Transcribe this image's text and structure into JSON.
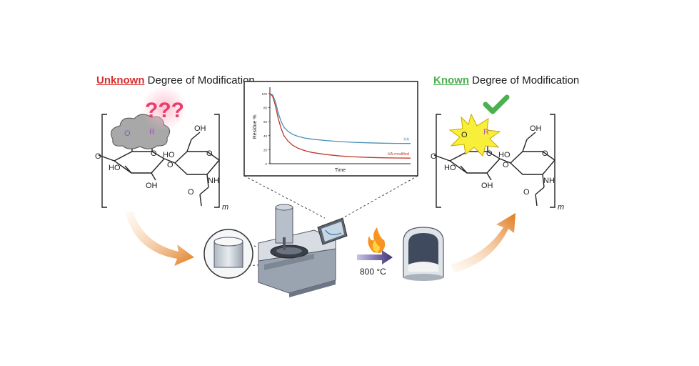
{
  "left_panel": {
    "title_highlight": "Unknown",
    "title_rest": " Degree of Modification",
    "question_marks": "???",
    "labels": {
      "o": "O",
      "r": "R",
      "oh_top": "OH",
      "ho_mid": "HO",
      "ho_left": "HO",
      "oh_bottom": "OH",
      "nh": "NH",
      "o_carbonyl": "O",
      "o_ring1": "O",
      "o_ring2": "O",
      "o_link": "O",
      "o_left": "O",
      "m": "m"
    }
  },
  "right_panel": {
    "title_highlight": "Known",
    "title_rest": " Degree of Modification",
    "labels": {
      "o": "O",
      "r": "R",
      "oh_top": "OH",
      "ho_mid": "HO",
      "ho_left": "HO",
      "oh_bottom": "OH",
      "nh": "NH",
      "o_carbonyl": "O",
      "o_ring1": "O",
      "o_ring2": "O",
      "o_link": "O",
      "o_left": "O",
      "m": "m"
    }
  },
  "chart_data": {
    "type": "line",
    "xlabel": "Time",
    "ylabel": "Residue %",
    "yticks": [
      0,
      20,
      40,
      60,
      80,
      100
    ],
    "ylim": [
      0,
      105
    ],
    "xlim": [
      0,
      100
    ],
    "series": [
      {
        "name": "HA",
        "color": "#4a90b8",
        "x": [
          0,
          2,
          4,
          6,
          8,
          10,
          13,
          16,
          20,
          25,
          30,
          40,
          50,
          60,
          70,
          80,
          90,
          100
        ],
        "y": [
          100,
          98,
          88,
          72,
          60,
          52,
          46,
          42,
          39,
          36.5,
          35,
          33,
          31.5,
          30.5,
          29.8,
          29.3,
          29,
          28.8
        ]
      },
      {
        "name": "HA-modified",
        "color": "#c0392b",
        "x": [
          0,
          2,
          4,
          6,
          8,
          10,
          13,
          16,
          20,
          25,
          30,
          40,
          50,
          60,
          70,
          80,
          90,
          100
        ],
        "y": [
          100,
          96,
          82,
          64,
          50,
          40,
          32,
          26.5,
          22,
          18.5,
          16,
          13,
          11,
          9.8,
          9,
          8.5,
          8.2,
          8
        ]
      }
    ]
  },
  "process": {
    "temperature": "800 °C"
  },
  "colors": {
    "unknown": "#d32f2f",
    "known": "#4caf50",
    "arrow": "#e07b1e",
    "question": "#e83e6c",
    "r_group": "#b04fc8",
    "o_purple": "#7b5cc9"
  }
}
